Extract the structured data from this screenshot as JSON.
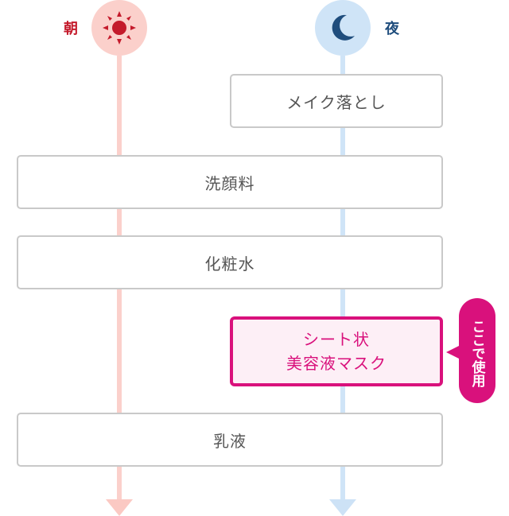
{
  "columns": {
    "morning": {
      "label": "朝",
      "icon": "sun-icon",
      "color": "#c41a2b",
      "line_color": "#fbd0cb"
    },
    "night": {
      "label": "夜",
      "icon": "moon-icon",
      "color": "#1f4d7d",
      "line_color": "#cfe4f7"
    }
  },
  "steps": {
    "makeup_removal": "メイク落とし",
    "face_wash": "洗顔料",
    "toner": "化粧水",
    "mask_line1": "シート状",
    "mask_line2": "美容液マスク",
    "milk": "乳液"
  },
  "badge": {
    "text": "ここで使用",
    "color": "#d9117c"
  }
}
